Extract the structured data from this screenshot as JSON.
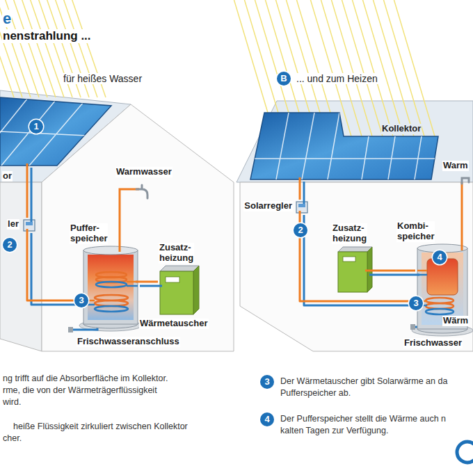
{
  "diagram": {
    "title": "nenstrahlung ...",
    "nodes": [
      {
        "text": [
          "or"
        ]
      },
      {
        "text": [
          "ler"
        ]
      },
      {
        "text": [
          "Puffer- speicher"
        ]
      },
      {
        "text": [
          "Zusatz- heizung"
        ]
      },
      {
        "text": [
          "Kollektor"
        ]
      },
      {
        "text": [
          "Solarregler"
        ]
      },
      {
        "text": [
          "Zusatz- heizung"
        ]
      },
      {
        "text": [
          "Kombi- speicher"
        ]
      }
    ],
    "edges": [
      {
        "from": 0,
        "to": 1,
        "arrow": "none"
      },
      {
        "from": 1,
        "to": 2,
        "arrow": "none"
      },
      {
        "from": 2,
        "to": 3,
        "arrow": "none"
      },
      {
        "from": 4,
        "to": 5,
        "arrow": "none"
      },
      {
        "from": 5,
        "to": 7,
        "arrow": "none"
      },
      {
        "from": 6,
        "to": 7,
        "arrow": "none"
      }
    ],
    "labels": [
      "e",
      "für heißes Wasser",
      "1",
      "Warmwasser",
      "2",
      "3",
      "Wärmetauscher",
      "Frischwasseranschluss",
      "B",
      "... und zum Heizen",
      "Warm",
      "2",
      "4",
      "3",
      "Wärm",
      "Frischwasser",
      "ng trifft auf die Absorberfläche im Kollektor.",
      "rme, die von der Wärmeträgerflüssigkeit",
      "wird.",
      "heiße Flüssigkeit zirkuliert zwischen Kollektor",
      "cher.",
      "3",
      "Der Wärmetauscher gibt Solarwärme an da",
      "Pufferspeicher ab.",
      "4",
      "Der Pufferspeicher stellt die Wärme auch n",
      "kalten Tagen zur Verfügung."
    ]
  }
}
